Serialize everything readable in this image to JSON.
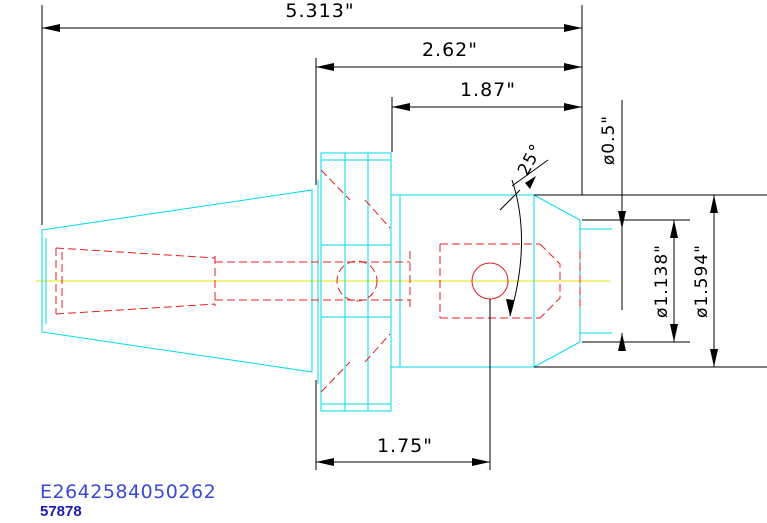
{
  "dimensions": {
    "overall_length": "5.313\"",
    "flange_to_end": "2.62\"",
    "gauge_to_end": "1.87\"",
    "flange_to_hole": "1.75\"",
    "bore_diameter": "ø0.5\"",
    "nose_diameter_small": "ø1.138\"",
    "nose_diameter_large": "ø1.594\"",
    "angle": "25°"
  },
  "part_number": "E2642584050262",
  "item_number": "57878",
  "colors": {
    "outline": "#00d8e8",
    "hidden": "#e02020",
    "centerline": "#e6e600",
    "dimension": "#000000",
    "part_number": "#3a4ad8",
    "item_number": "#1a1ab0"
  }
}
